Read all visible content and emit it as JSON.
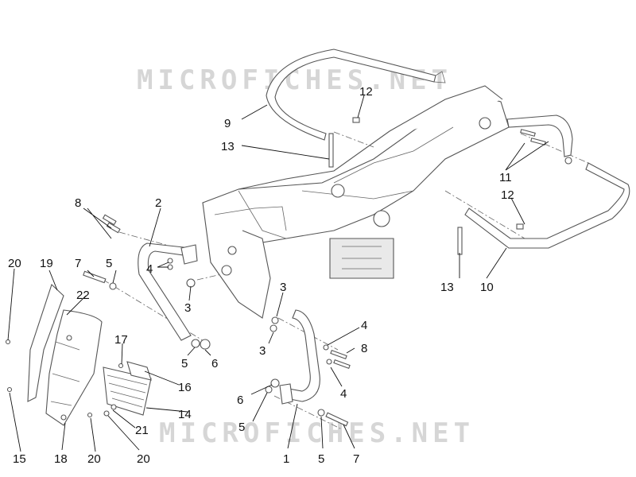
{
  "watermark": {
    "text": "MICROFICHES.NET"
  },
  "callouts": [
    "1",
    "2",
    "3",
    "4",
    "5",
    "6",
    "7",
    "8",
    "9",
    "10",
    "11",
    "12",
    "13",
    "14",
    "15",
    "16",
    "17",
    "18",
    "19",
    "20",
    "21",
    "22"
  ]
}
